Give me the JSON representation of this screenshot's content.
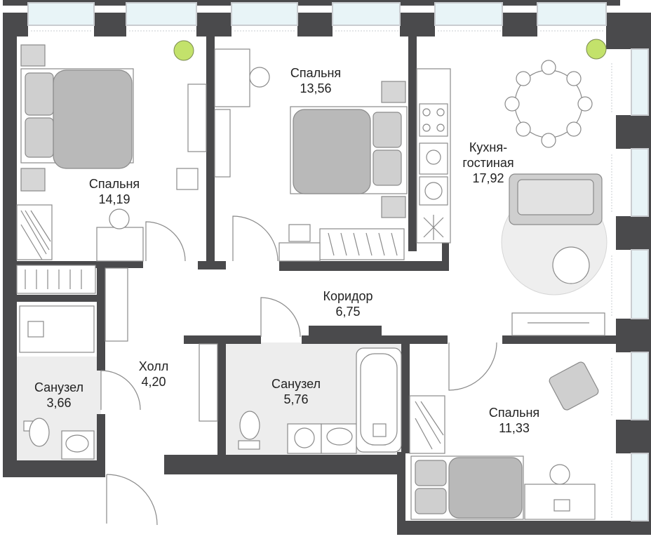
{
  "floor_plan": {
    "colors": {
      "wall": "#4a4a4c",
      "window_frame": "#c9ccd0",
      "window_glass": "#e8f4f7",
      "tile": "#ececec",
      "furniture_fill": "#ffffff",
      "furniture_stroke": "#8a8a8a",
      "bedding": "#b9b9b9",
      "accent_plant": "#c3e26b",
      "text": "#222222"
    },
    "rooms": [
      {
        "id": "bedroom-1",
        "name": "Спальня",
        "area": "14,19"
      },
      {
        "id": "bedroom-2",
        "name": "Спальня",
        "area": "13,56"
      },
      {
        "id": "kitchen-living",
        "name": "Кухня-",
        "name2": "гостиная",
        "area": "17,92"
      },
      {
        "id": "corridor",
        "name": "Коридор",
        "area": "6,75"
      },
      {
        "id": "hall",
        "name": "Холл",
        "area": "4,20"
      },
      {
        "id": "bathroom-1",
        "name": "Санузел",
        "area": "3,66"
      },
      {
        "id": "bathroom-2",
        "name": "Санузел",
        "area": "5,76"
      },
      {
        "id": "bedroom-3",
        "name": "Спальня",
        "area": "11,33"
      }
    ],
    "icons": [
      "bed-icon",
      "table-icon",
      "chair-icon",
      "sofa-icon",
      "toilet-icon",
      "sink-icon",
      "bathtub-icon",
      "shower-icon",
      "stove-icon",
      "plant-icon",
      "armchair-icon",
      "wardrobe-icon",
      "washing-machine-icon"
    ]
  }
}
